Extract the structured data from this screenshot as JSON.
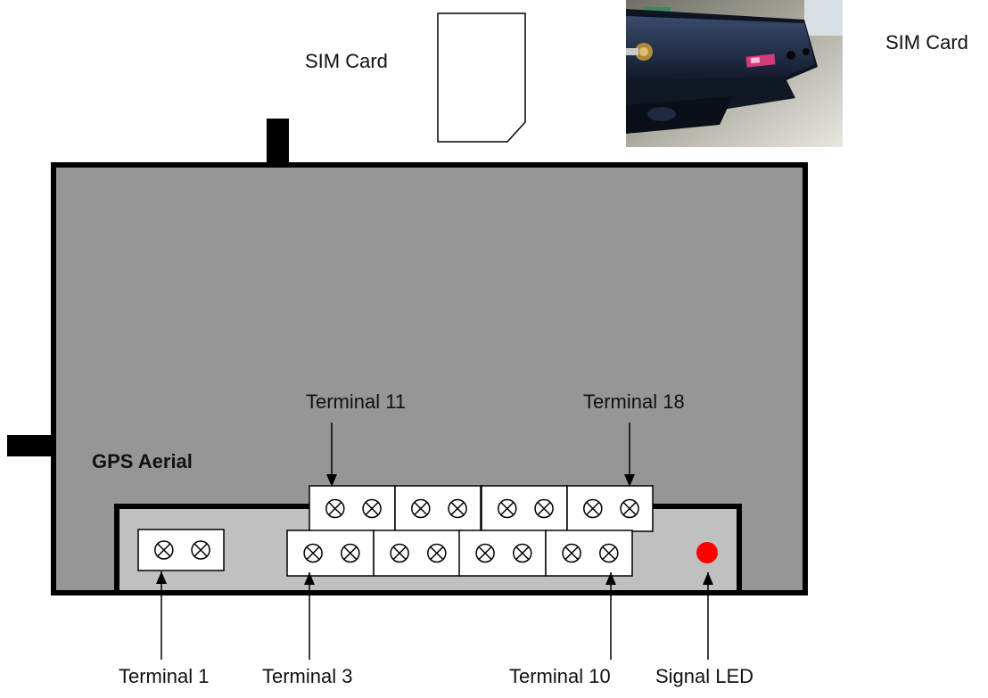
{
  "labels": {
    "sim_card_left": "SIM Card",
    "sim_card_right": "SIM Card",
    "gps_aerial": "GPS Aerial",
    "terminal_11": "Terminal 11",
    "terminal_18": "Terminal 18",
    "terminal_1": "Terminal 1",
    "terminal_3": "Terminal 3",
    "terminal_10": "Terminal 10",
    "signal_led": "Signal LED"
  },
  "colors": {
    "device_body": "#969696",
    "terminal_panel": "#c0c0c0",
    "outline": "#000000",
    "terminal_block": "#ffffff",
    "signal_led": "#ff0000",
    "photo_device": "#1f2a44",
    "photo_sim": "#d23a7a"
  },
  "icons": {
    "screw_terminal": "circled-x-icon",
    "photo": "device-photo"
  }
}
